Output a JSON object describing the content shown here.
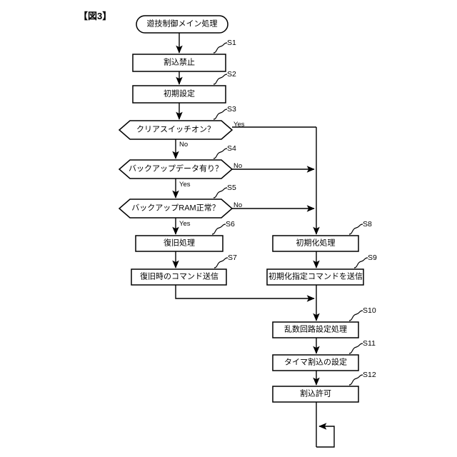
{
  "figure": {
    "title": "【図3】",
    "background": "#ffffff",
    "line_color": "#000000"
  },
  "chart_data": {
    "type": "diagram",
    "title": "【図3】",
    "diagram_kind": "flowchart",
    "start_node": {
      "id": "start",
      "shape": "stadium",
      "text": "遊技制御メイン処理"
    },
    "nodes": [
      {
        "id": "S1",
        "step": "S1",
        "shape": "process",
        "text": "割込禁止"
      },
      {
        "id": "S2",
        "step": "S2",
        "shape": "process",
        "text": "初期設定"
      },
      {
        "id": "S3",
        "step": "S3",
        "shape": "decision",
        "text": "クリアスイッチオン？"
      },
      {
        "id": "S4",
        "step": "S4",
        "shape": "decision",
        "text": "バックアップデータ有り？"
      },
      {
        "id": "S5",
        "step": "S5",
        "shape": "decision",
        "text": "バックアップRAM正常？"
      },
      {
        "id": "S6",
        "step": "S6",
        "shape": "process",
        "text": "復旧処理"
      },
      {
        "id": "S7",
        "step": "S7",
        "shape": "process",
        "text": "復旧時のコマンド送信"
      },
      {
        "id": "S8",
        "step": "S8",
        "shape": "process",
        "text": "初期化処理"
      },
      {
        "id": "S9",
        "step": "S9",
        "shape": "process",
        "text": "初期化指定コマンドを送信"
      },
      {
        "id": "S10",
        "step": "S10",
        "shape": "process",
        "text": "乱数回路設定処理"
      },
      {
        "id": "S11",
        "step": "S11",
        "shape": "process",
        "text": "タイマ割込の設定"
      },
      {
        "id": "S12",
        "step": "S12",
        "shape": "process",
        "text": "割込許可"
      }
    ],
    "edges": [
      {
        "from": "start",
        "to": "S1",
        "label": ""
      },
      {
        "from": "S1",
        "to": "S2",
        "label": ""
      },
      {
        "from": "S2",
        "to": "S3",
        "label": ""
      },
      {
        "from": "S3",
        "to": "S4",
        "label": "No"
      },
      {
        "from": "S3",
        "to": "S8",
        "label": "Yes"
      },
      {
        "from": "S4",
        "to": "S5",
        "label": "Yes"
      },
      {
        "from": "S4",
        "to": "S8",
        "label": "No"
      },
      {
        "from": "S5",
        "to": "S6",
        "label": "Yes"
      },
      {
        "from": "S5",
        "to": "S8",
        "label": "No"
      },
      {
        "from": "S6",
        "to": "S7",
        "label": ""
      },
      {
        "from": "S7",
        "to": "S10",
        "label": ""
      },
      {
        "from": "S8",
        "to": "S9",
        "label": ""
      },
      {
        "from": "S9",
        "to": "S10",
        "label": ""
      },
      {
        "from": "S10",
        "to": "S11",
        "label": ""
      },
      {
        "from": "S11",
        "to": "S12",
        "label": ""
      },
      {
        "from": "S12",
        "to": "S12",
        "label": ""
      }
    ],
    "edge_labels": {
      "s3_yes": "Yes",
      "s3_no": "No",
      "s4_no": "No",
      "s4_yes": "Yes",
      "s5_no": "No",
      "s5_yes": "Yes"
    }
  }
}
